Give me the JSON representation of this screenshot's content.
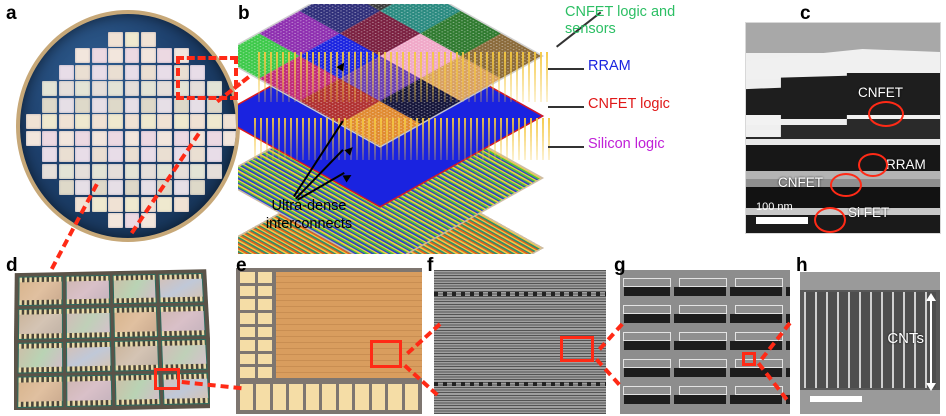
{
  "figure": {
    "panels": [
      {
        "letter": "a",
        "name": "wafer-photograph"
      },
      {
        "letter": "b",
        "name": "monolithic-3d-stack-schematic"
      },
      {
        "letter": "c",
        "name": "tem-cross-section"
      },
      {
        "letter": "d",
        "name": "die-array-photograph"
      },
      {
        "letter": "e",
        "name": "optical-micrograph"
      },
      {
        "letter": "f",
        "name": "sem-overview"
      },
      {
        "letter": "g",
        "name": "sem-devices"
      },
      {
        "letter": "h",
        "name": "sem-carbon-nanotubes"
      }
    ]
  },
  "panel_b": {
    "layer_labels": [
      {
        "text": "CNFET logic and\nsensors",
        "color": "#2cbf64"
      },
      {
        "text": "RRAM",
        "color": "#1a23e0"
      },
      {
        "text": "CNFET logic",
        "color": "#e01818"
      },
      {
        "text": "Silicon logic",
        "color": "#c020d8"
      }
    ],
    "annotation": "Ultra-dense\ninterconnects"
  },
  "panel_c": {
    "labels": [
      {
        "text": "CNFET"
      },
      {
        "text": "RRAM"
      },
      {
        "text": "CNFET"
      },
      {
        "text": "Si FET"
      }
    ],
    "scale_bar": "100 nm"
  },
  "panel_h": {
    "label": "CNTs"
  },
  "colors": {
    "highlight_red": "#ff2a16",
    "wafer_blue": "#1d3f6b",
    "wafer_rim": "#c7a878",
    "green": "#2cbf64",
    "blue": "#1a23e0",
    "red": "#e01818",
    "magenta": "#c020d8"
  }
}
